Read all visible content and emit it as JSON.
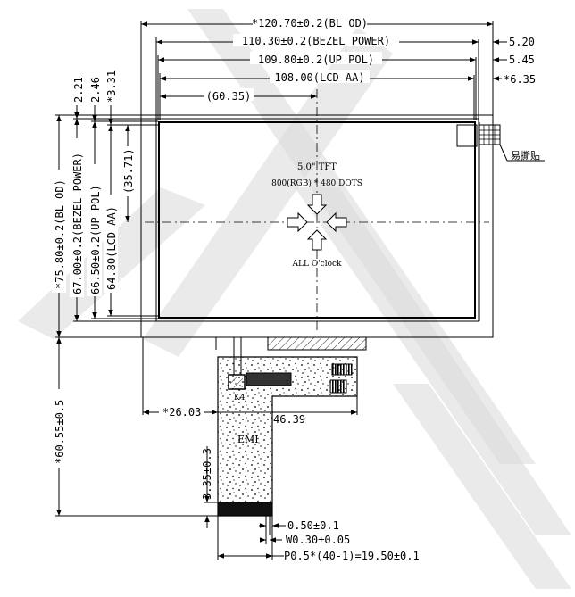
{
  "top_dims": {
    "bl_od": "*120.70±0.2(BL OD)",
    "bezel_power": "110.30±0.2(BEZEL POWER)",
    "up_pol": "109.80±0.2(UP POL)",
    "lcd_aa": "108.00(LCD AA)",
    "center_offset": "(60.35)",
    "right_a": "5.20",
    "right_b": "5.45",
    "right_c": "*6.35"
  },
  "left_dims": {
    "bl_od": "*75.80±0.2(BL OD)",
    "bezel_power": "67.00±0.2(BEZEL POWER)",
    "up_pol": "66.50±0.2(UP POL)",
    "lcd_aa": "64.80(LCD AA)",
    "center_offset": "(35.71)",
    "top_a": "2.21",
    "top_b": "2.46",
    "top_c": "*3.31"
  },
  "panel": {
    "size": "5.0\"  TFT",
    "resolution": "800(RGB) * 480 DOTS",
    "view": "ALL O'clock"
  },
  "label_easy_peel": "易撕贴",
  "fpc": {
    "emi": "EMI",
    "k4": "K4",
    "offset_left": "*26.03",
    "width": "46.39",
    "height": "*60.55±0.5",
    "finger_len": "3.35±0.3",
    "pitch_gap": "0.50±0.1",
    "pin_width": "W0.30±0.05",
    "pitch": "P0.5*(40-1)=19.50±0.1"
  }
}
